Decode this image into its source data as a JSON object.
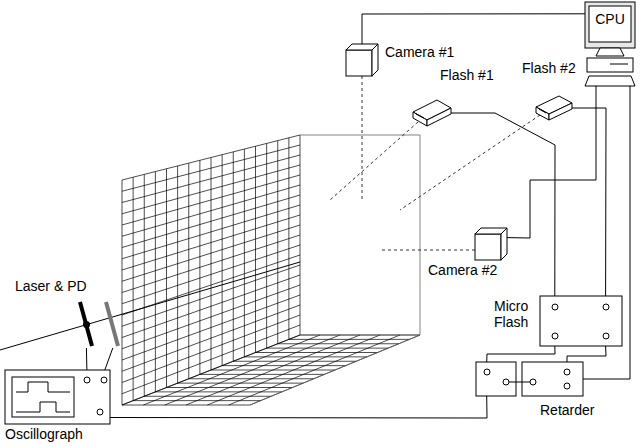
{
  "diagram": {
    "nodes": [
      {
        "text": [
          "CPU"
        ]
      },
      {
        "text": [
          "Camera #1"
        ]
      },
      {
        "text": [
          "Flash #2"
        ]
      },
      {
        "text": [
          "Flash #1"
        ]
      },
      {
        "text": [
          "Laser & PD"
        ]
      },
      {
        "text": [
          "Camera #2"
        ]
      },
      {
        "text": [
          "Micro Flash"
        ]
      },
      {
        "text": [
          "Retarder"
        ]
      },
      {
        "text": [
          "Oscillograph"
        ]
      }
    ],
    "edges": [
      {
        "from": 1,
        "to": 0,
        "arrow": "none"
      },
      {
        "from": 2,
        "to": 6,
        "arrow": "none"
      },
      {
        "from": 3,
        "to": 6,
        "arrow": "none"
      },
      {
        "from": 5,
        "to": 0,
        "arrow": "none"
      },
      {
        "from": 4,
        "to": 8,
        "arrow": "none"
      },
      {
        "from": 4,
        "to": 8,
        "arrow": "none"
      },
      {
        "from": 8,
        "to": 7,
        "arrow": "none"
      },
      {
        "from": 7,
        "to": 6,
        "arrow": "none"
      },
      {
        "from": 7,
        "to": 6,
        "arrow": "none"
      },
      {
        "from": 0,
        "to": 7,
        "arrow": "none"
      }
    ]
  }
}
